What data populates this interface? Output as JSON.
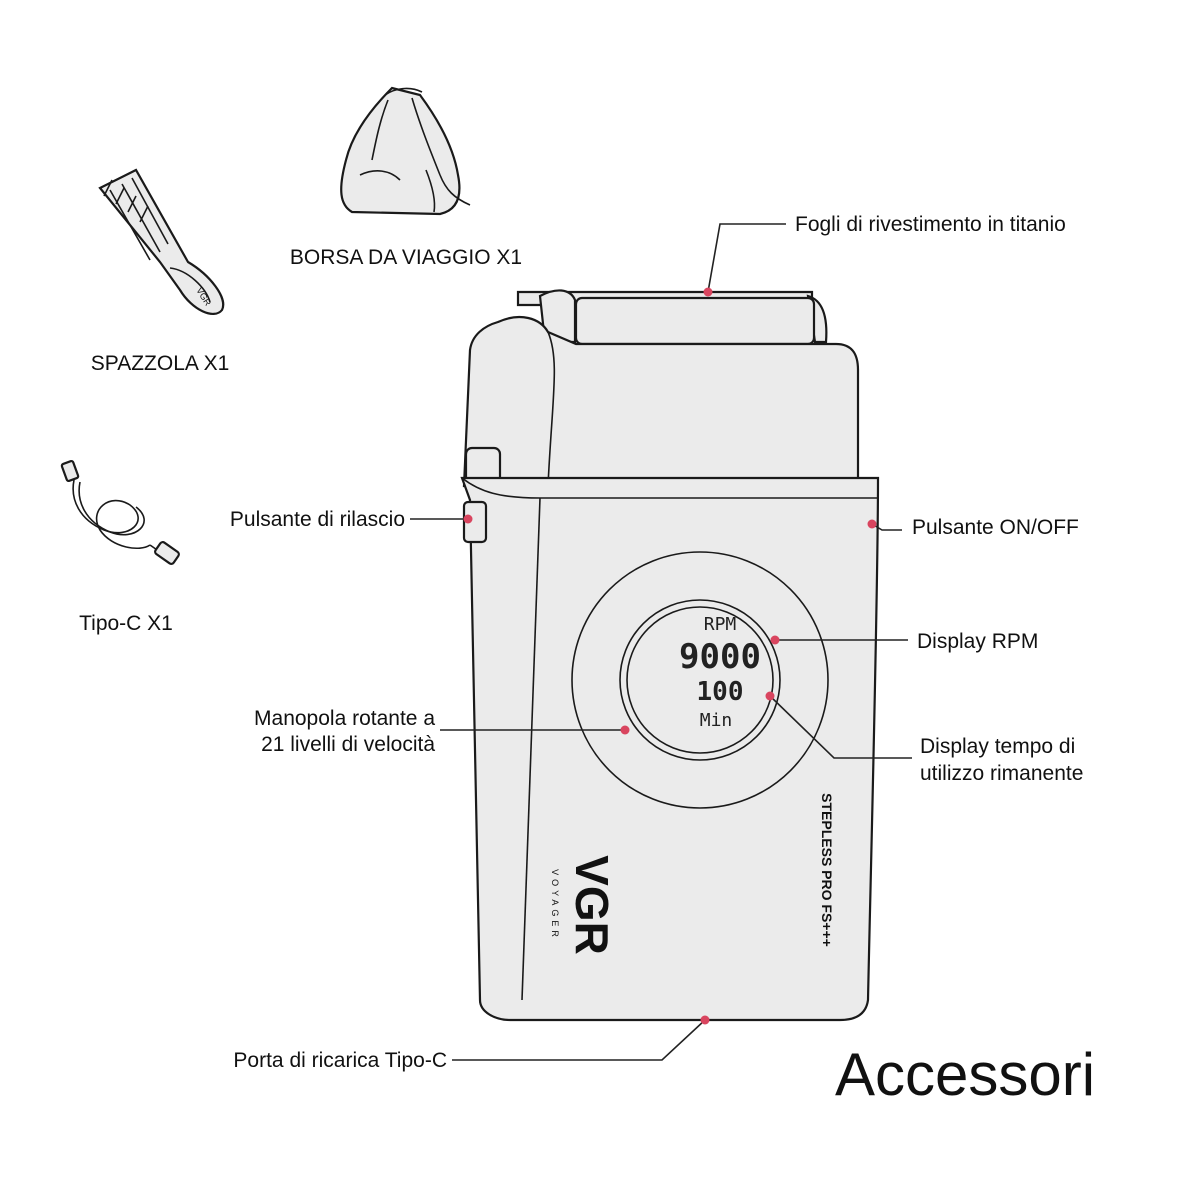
{
  "accessories": {
    "bag_label": "BORSA DA VIAGGIO X1",
    "brush_label": "SPAZZOLA X1",
    "cable_label": "Tipo-C X1",
    "section_title": "Accessori"
  },
  "callouts": {
    "foil": "Fogli di rivestimento in titanio",
    "release": "Pulsante di rilascio",
    "power": "Pulsante ON/OFF",
    "rpm_display": "Display RPM",
    "knob_line1": "Manopola rotante a",
    "knob_line2": "21 livelli di velocità",
    "time_line1": "Display tempo di",
    "time_line2": "utilizzo rimanente",
    "port": "Porta di ricarica Tipo-C"
  },
  "device": {
    "brand": "VGR",
    "brand_sub": "VOYAGER",
    "model": "STEPLESS PRO FS+++",
    "screen_top": "RPM",
    "screen_value1": "9000",
    "screen_value2": "100",
    "screen_bottom": "Min"
  },
  "colors": {
    "marker": "#d9455f",
    "outline": "#1a1a1a",
    "fill": "#ebebeb"
  }
}
